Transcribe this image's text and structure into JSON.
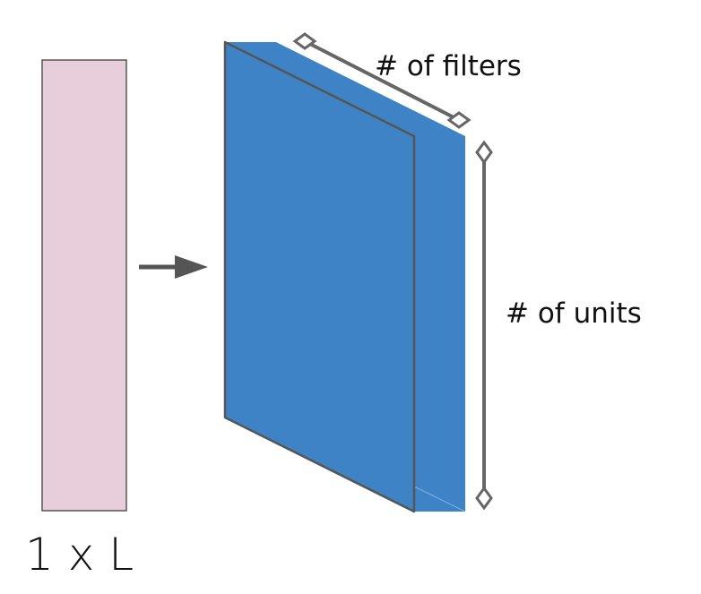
{
  "diagram": {
    "input_label": "1 x L",
    "filters_label": "# of filters",
    "units_label": "# of units",
    "colors": {
      "input_fill": "#e8cedb",
      "input_stroke": "#555555",
      "block_front": "#3e83c6",
      "block_side": "#3e83c6",
      "block_top": "#3e83c6",
      "block_edge": "#555555",
      "arrow": "#555555",
      "dimension_line": "#666666",
      "text": "#111111"
    }
  }
}
